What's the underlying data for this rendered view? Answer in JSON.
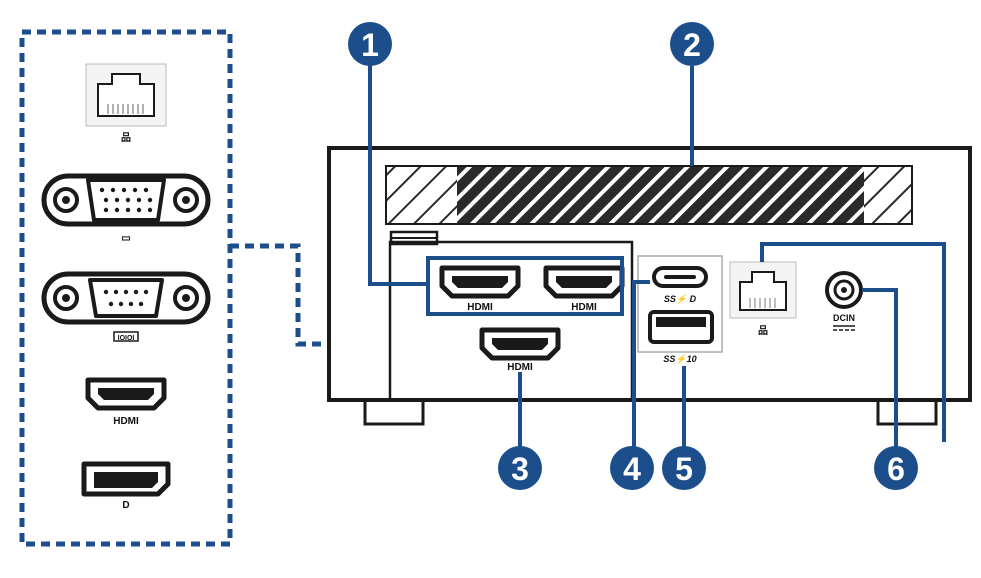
{
  "colors": {
    "accent": "#1d4e8c",
    "outline": "#1a1a1a",
    "callout_fill": "#1d4e8c"
  },
  "callouts": [
    {
      "number": "1",
      "icon": "hdmi-ports-pair"
    },
    {
      "number": "2",
      "icon": "air-vent"
    },
    {
      "number": "3",
      "icon": "hdmi-port-optional"
    },
    {
      "number": "4",
      "icon": "usb-c-port"
    },
    {
      "number": "5",
      "icon": "usb-a-port"
    },
    {
      "number": "6",
      "icon": "dc-in-jack"
    }
  ],
  "back_panel": {
    "hdmi_label_1": "HDMI",
    "hdmi_label_2": "HDMI",
    "hdmi_label_3": "HDMI",
    "usbc_label": "SS⚡ D",
    "usba_label": "SS⚡10",
    "dcin_label": "DCIN"
  },
  "options_panel": {
    "items": [
      {
        "icon": "lan-port-icon",
        "label": "品"
      },
      {
        "icon": "vga-port-icon",
        "label": "▭"
      },
      {
        "icon": "serial-port-icon",
        "label": "IOIOI"
      },
      {
        "icon": "hdmi-port-icon",
        "label": "HDMI"
      },
      {
        "icon": "displayport-icon",
        "label": "D"
      }
    ]
  }
}
